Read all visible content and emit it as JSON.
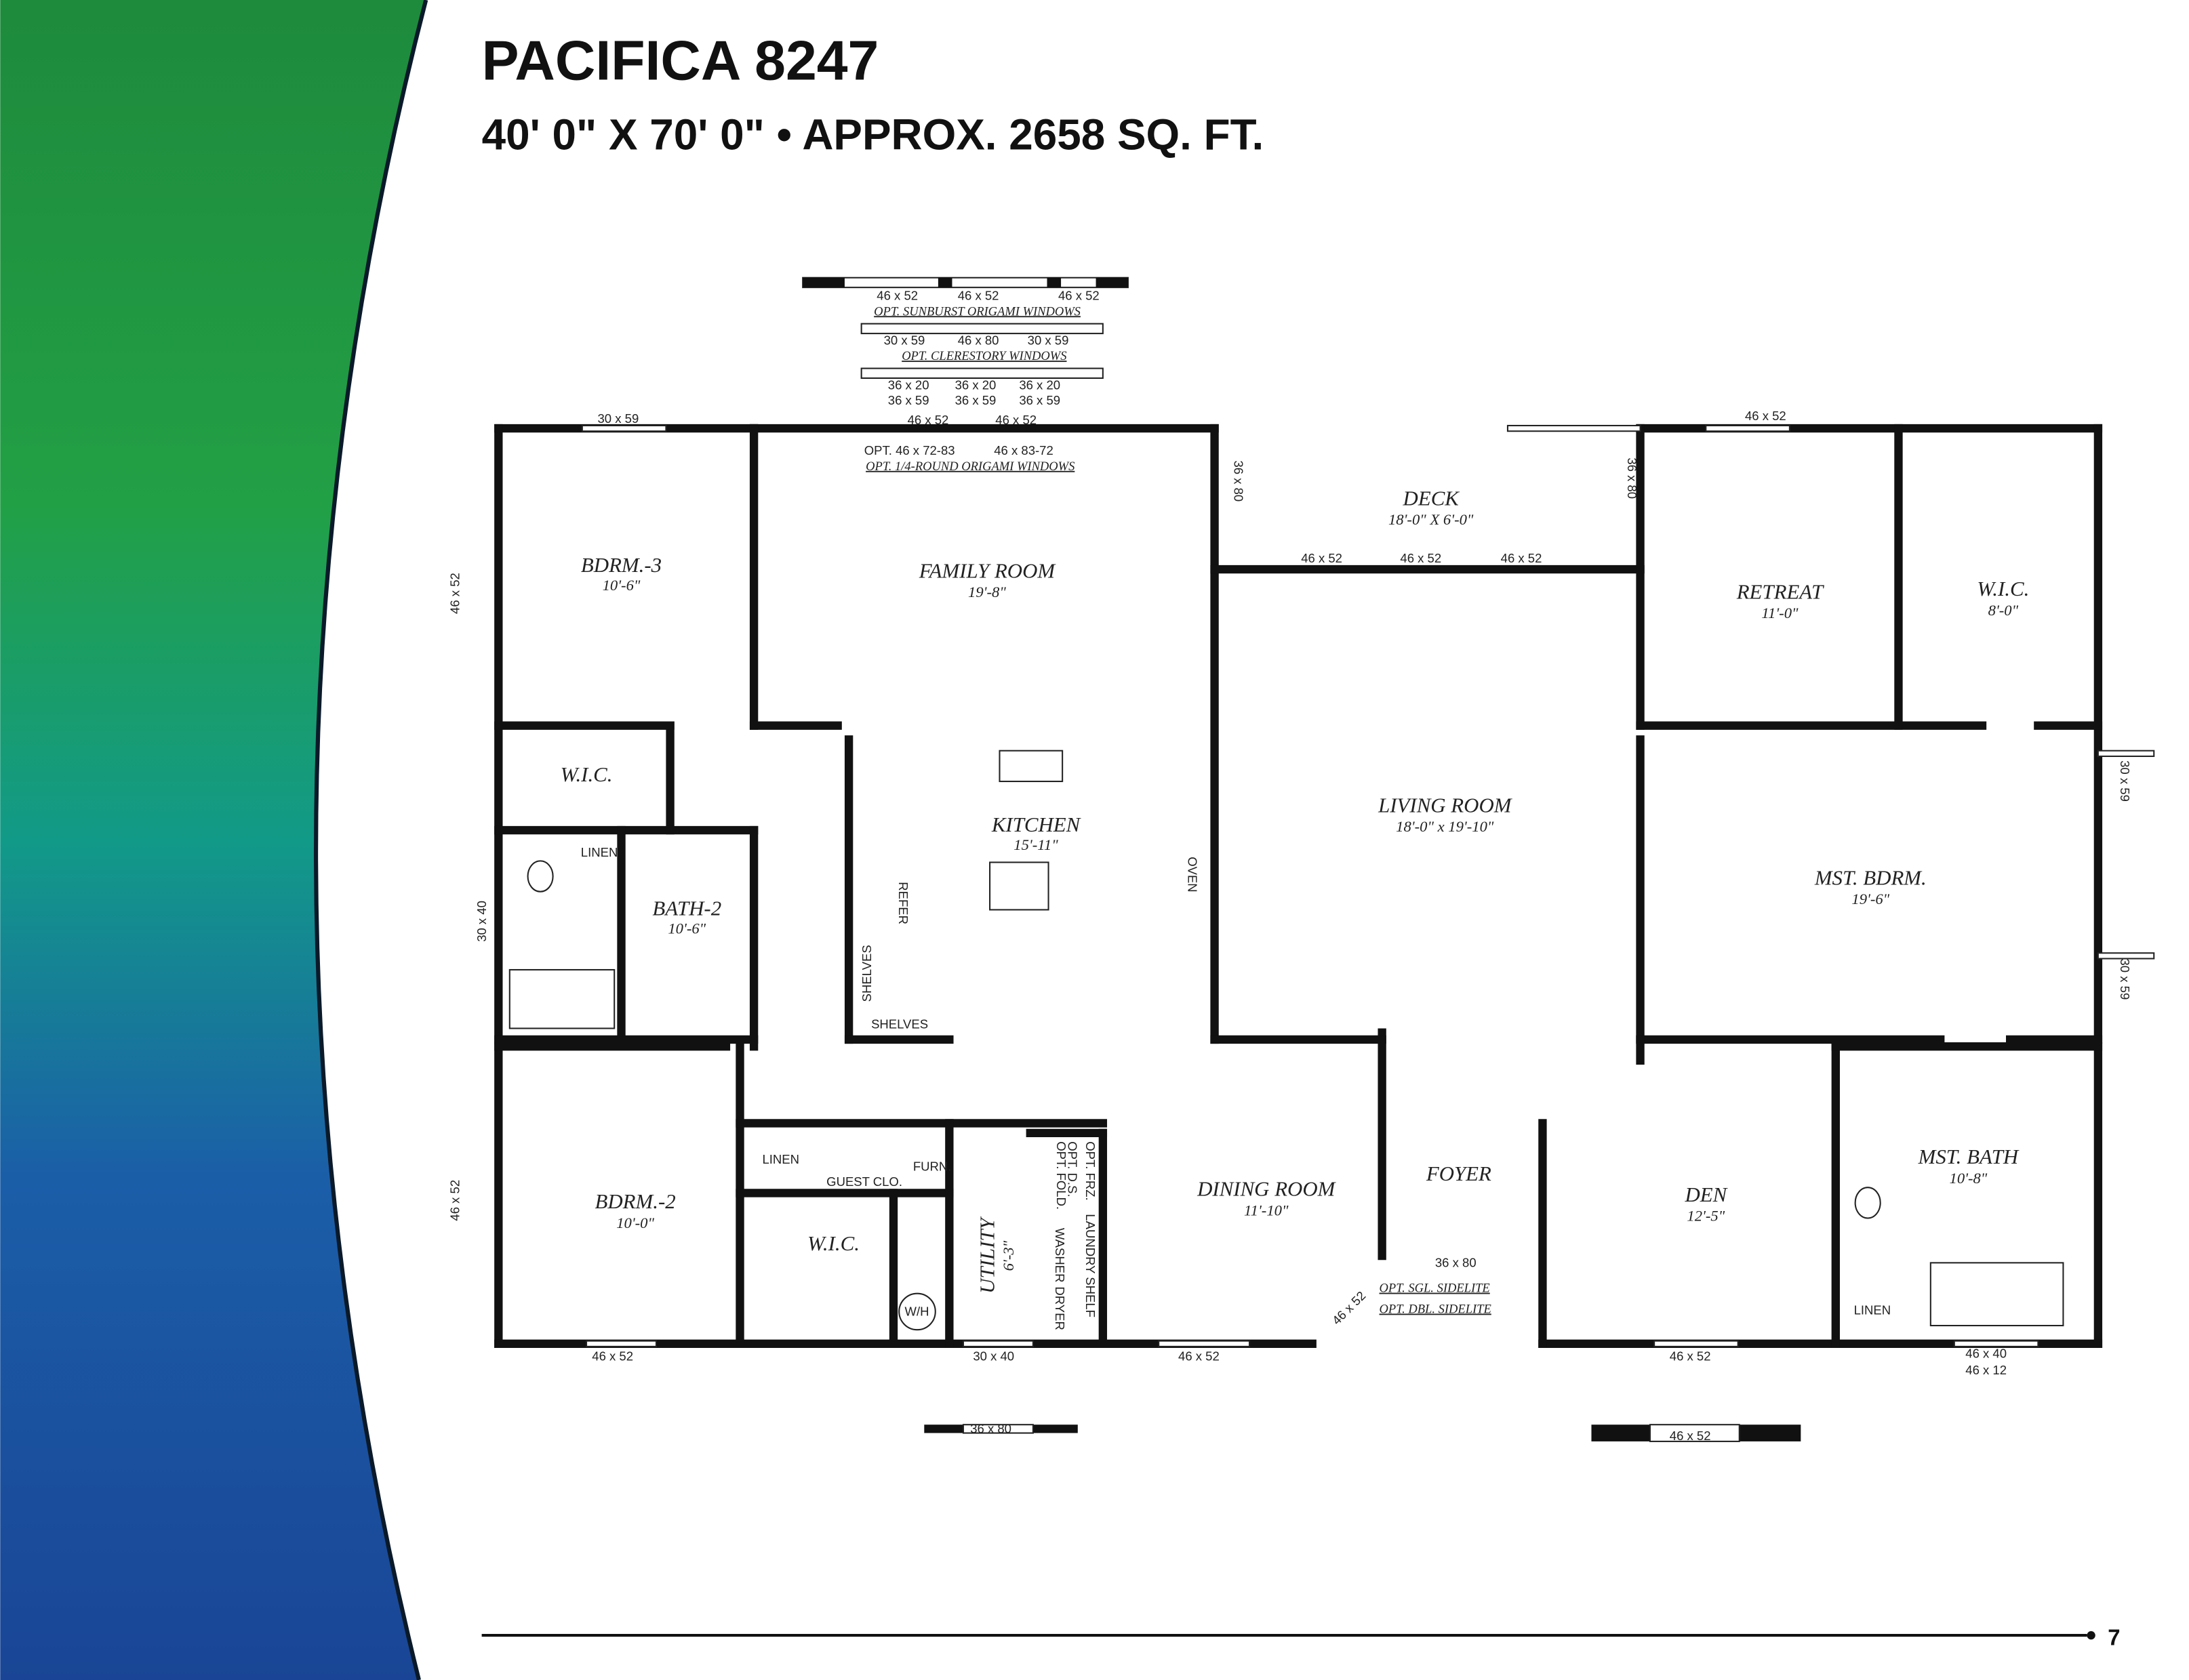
{
  "header": {
    "title": "PACIFICA 8247",
    "subtitle": "40' 0\" X 70' 0\" • APPROX. 2658 SQ. FT."
  },
  "colors": {
    "band_top": "#1f8a3a",
    "band_mid": "#139a8a",
    "band_bottom": "#1a4fa0",
    "walls": "#111111"
  },
  "rooms": {
    "bdrm3": {
      "name": "BDRM.-3",
      "size": "10'-6\""
    },
    "family": {
      "name": "FAMILY ROOM",
      "size": "19'-8\""
    },
    "deck": {
      "name": "DECK",
      "size": "18'-0\" X 6'-0\""
    },
    "retreat": {
      "name": "RETREAT",
      "size": "11'-0\""
    },
    "wic_master": {
      "name": "W.I.C.",
      "size": "8'-0\""
    },
    "wic_bdrm3": {
      "name": "W.I.C."
    },
    "kitchen": {
      "name": "KITCHEN",
      "size": "15'-11\""
    },
    "living": {
      "name": "LIVING ROOM",
      "size": "18'-0\" x 19'-10\""
    },
    "mst_bdrm": {
      "name": "MST. BDRM.",
      "size": "19'-6\""
    },
    "bath2": {
      "name": "BATH-2",
      "size": "10'-6\""
    },
    "bdrm2": {
      "name": "BDRM.-2",
      "size": "10'-0\""
    },
    "wic_bdrm2": {
      "name": "W.I.C."
    },
    "utility": {
      "name": "UTILITY",
      "size": "6'-3\""
    },
    "dining": {
      "name": "DINING ROOM",
      "size": "11'-10\""
    },
    "foyer": {
      "name": "FOYER"
    },
    "den": {
      "name": "DEN",
      "size": "12'-5\""
    },
    "mst_bath": {
      "name": "MST. BATH",
      "size": "10'-8\""
    }
  },
  "fixtures": {
    "linen1": "LINEN",
    "linen2": "LINEN",
    "linen3": "LINEN",
    "guest_clo": "GUEST CLO.",
    "furn": "FURN.",
    "refer": "REFER",
    "oven": "OVEN",
    "shelves1": "SHELVES",
    "shelves2": "SHELVES",
    "wh": "W/H",
    "washer": "WASHER",
    "dryer": "DRYER",
    "opt_frz": "OPT. FRZ.",
    "opt_ds": "OPT. D.S.",
    "opt_fold": "OPT. FOLD.",
    "laundry_shelf": "LAUNDRY SHELF"
  },
  "top_options": {
    "sunburst_sizes": [
      "46 x 52",
      "46 x 52",
      "46 x 52"
    ],
    "sunburst_label": "OPT. SUNBURST ORIGAMI WINDOWS",
    "clerestory_sizes": [
      "30 x 59",
      "46 x 80",
      "30 x 59"
    ],
    "clerestory_label": "OPT. CLERESTORY WINDOWS",
    "row3a": [
      "36 x 20",
      "36 x 20",
      "36 x 20"
    ],
    "row3b": [
      "36 x 59",
      "36 x 59",
      "36 x 59"
    ],
    "family_windows": [
      "46 x 52",
      "46 x 52"
    ],
    "quarter_round_sizes": [
      "OPT. 46 x 72-83",
      "46 x 83-72"
    ],
    "quarter_round_label": "OPT. 1/4-ROUND ORIGAMI WINDOWS"
  },
  "windows": {
    "bdrm3_top": "30 x 59",
    "retreat_top": "46 x 52",
    "bdrm3_left": "46 x 52",
    "bath2_left": "30 x 40",
    "bdrm2_left": "46 x 52",
    "deck_door_left": "36 x 80",
    "deck_door_right": "36 x 80",
    "deck_w1": "46 x 52",
    "deck_w2": "46 x 52",
    "deck_w3": "46 x 52",
    "mst_right1": "30 x 59",
    "mst_right2": "30 x 59",
    "bdrm2_bottom": "46 x 52",
    "utility_bottom": "30 x 40",
    "dining_bottom": "46 x 52",
    "den_bottom": "46 x 52",
    "mstbath_bottom1": "46 x 40",
    "mstbath_bottom2": "46 x 12",
    "utility_door": "36 x 80",
    "den_bay": "46 x 52",
    "foyer_door": "36 x 80",
    "foyer_angled": "46 x 52",
    "sgl_sidelite": "OPT. SGL. SIDELITE",
    "dbl_sidelite": "OPT. DBL. SIDELITE"
  },
  "footer": {
    "page_number": "7"
  }
}
